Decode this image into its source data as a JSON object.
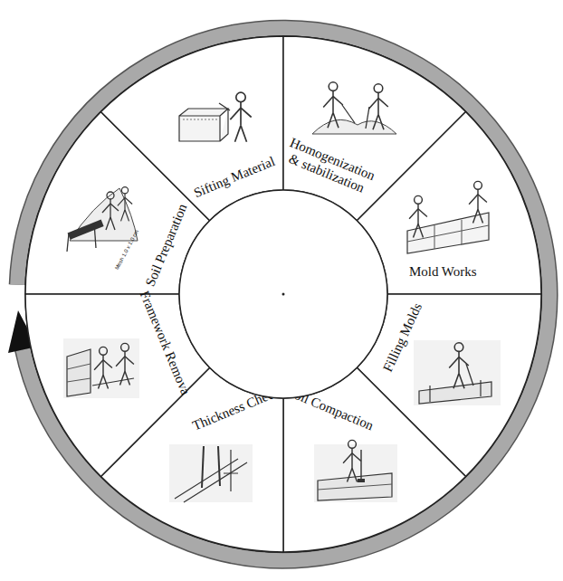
{
  "diagram": {
    "nodes": [
      {
        "text": [
          "Soil Preparation"
        ]
      },
      {
        "text": [
          "Sifting Material"
        ]
      },
      {
        "text": [
          "Homogenization & stabilization"
        ]
      },
      {
        "text": [
          "Mold Works"
        ]
      },
      {
        "text": [
          "Filling Molds"
        ]
      },
      {
        "text": [
          "Soil Compaction"
        ]
      },
      {
        "text": [
          "Thickness Check"
        ]
      },
      {
        "text": [
          "Framework Remova"
        ]
      }
    ],
    "labels": [
      "Mesh 1.0 x 1.0 cm"
    ]
  }
}
